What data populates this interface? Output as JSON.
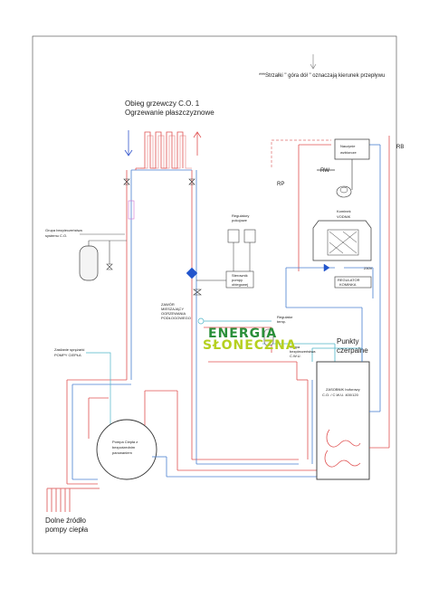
{
  "labels": {
    "flow_note": "***Strzałki \" góra dół \" oznaczają kierunek przepływu",
    "heating_title_1": "Obieg grzewczy C.O. 1",
    "heating_title_2": "Ogrzewanie płaszczyznowe",
    "expansion_vessel": [
      "Naczynie",
      "wzbiorcze"
    ],
    "rb": "RB",
    "rw": "RW",
    "rp": "RP",
    "fireplace": [
      "Kominek",
      "VODNIK"
    ],
    "temp_regulators": [
      "Regulatory",
      "pokojowe"
    ],
    "safety_group_co": [
      "Grupa bezpieczeństwa",
      "systemu C.O."
    ],
    "pump_controller": [
      "Sterownik",
      "pompy",
      "obiegowej"
    ],
    "mixing_valve": [
      "ZAWÓR",
      "MIESZAJĄCY",
      "OGRZEWANIA",
      "PODŁOGOWEGO"
    ],
    "regulator_label": [
      "Regulator",
      "temp."
    ],
    "voltage": "230V",
    "fireplace_regulator": [
      "REGULATOR",
      "KOMINKA"
    ],
    "safety_group_cwu": [
      "Grupa",
      "bezpieczeństwa",
      "C.W.U."
    ],
    "compressor_power": [
      "Zasilanie sprężarki",
      "POMPY CIEPŁA"
    ],
    "draw_points": [
      "Punkty",
      "czerpalne"
    ],
    "tank": [
      "ZASOBNIK buforowy",
      "C.O. / C.W.U. 400/120"
    ],
    "heat_pump": [
      "Pompa Ciepła z",
      "bezpośrednim",
      "parowaniem"
    ],
    "ground_source": [
      "Dolne źródło",
      "pompy ciepła"
    ]
  },
  "watermark": [
    "ENERGIA",
    "SŁONECZNA"
  ],
  "colors": {
    "supply": "#e05050",
    "return": "#4a7fd0",
    "dhw": "#4fb5c8",
    "rp_dash": "#e07070",
    "watermark_top": "#2a8f3a",
    "watermark_bottom": "#b5d020",
    "frame": "#333333"
  },
  "icons": [
    "arrow-down-icon",
    "arrow-up-icon",
    "valve-icon",
    "pump-icon",
    "fire-icon",
    "tank-icon"
  ]
}
